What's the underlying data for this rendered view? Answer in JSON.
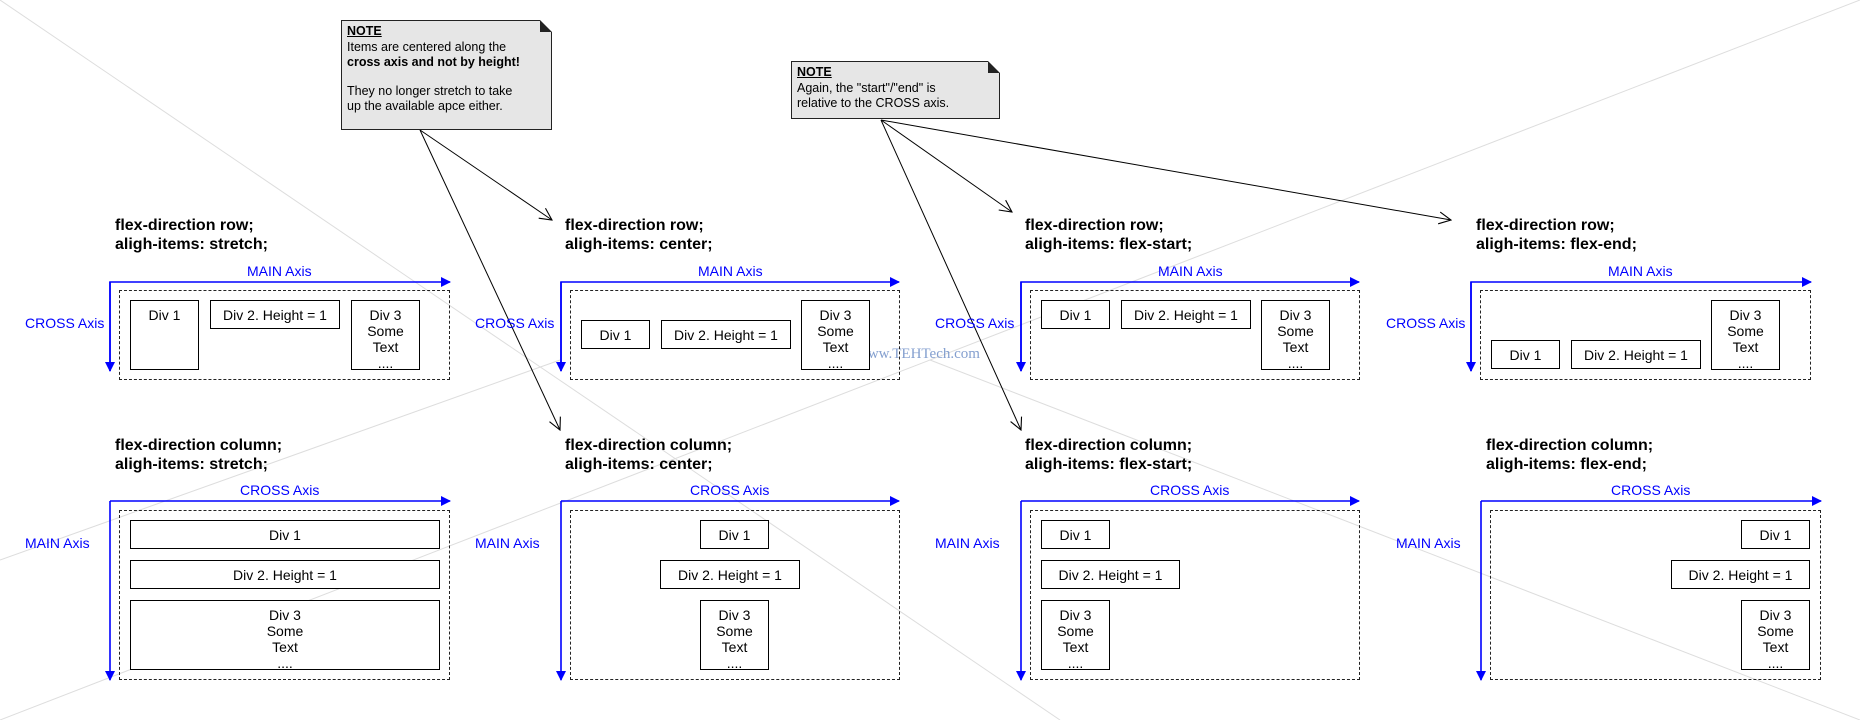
{
  "notes": {
    "note1": {
      "title": "NOTE",
      "line1": "Items are centered along the",
      "line2": "cross axis and not by height!",
      "line3": "They no longer stretch to take",
      "line4": "up the available apce either."
    },
    "note2": {
      "title": "NOTE",
      "line1": "Again, the \"start\"/\"end\" is",
      "line2": "relative to the CROSS axis."
    }
  },
  "watermark": "www.TEHTech.com",
  "colors": {
    "axis": "#0000ff",
    "note_fill": "#e6e6e6",
    "border": "#000000"
  },
  "panels": {
    "row_stretch": {
      "title": "flex-direction row;\naligh-items: stretch;",
      "main_label": "MAIN Axis",
      "cross_label": "CROSS Axis",
      "div1": "Div 1",
      "div2": "Div 2. Height = 1",
      "div3": "Div 3\nSome\nText\n...."
    },
    "row_center": {
      "title": "flex-direction row;\naligh-items: center;",
      "main_label": "MAIN Axis",
      "cross_label": "CROSS Axis",
      "div1": "Div 1",
      "div2": "Div 2. Height = 1",
      "div3": "Div 3\nSome\nText\n...."
    },
    "row_start": {
      "title": "flex-direction row;\naligh-items: flex-start;",
      "main_label": "MAIN Axis",
      "cross_label": "CROSS Axis",
      "div1": "Div 1",
      "div2": "Div 2. Height = 1",
      "div3": "Div 3\nSome\nText\n...."
    },
    "row_end": {
      "title": "flex-direction row;\naligh-items: flex-end;",
      "main_label": "MAIN Axis",
      "cross_label": "CROSS Axis",
      "div1": "Div 1",
      "div2": "Div 2. Height = 1",
      "div3": "Div 3\nSome\nText\n...."
    },
    "col_stretch": {
      "title": "flex-direction column;\naligh-items: stretch;",
      "main_label": "MAIN Axis",
      "cross_label": "CROSS Axis",
      "div1": "Div 1",
      "div2": "Div 2. Height = 1",
      "div3": "Div 3\nSome\nText\n...."
    },
    "col_center": {
      "title": "flex-direction column;\naligh-items: center;",
      "main_label": "MAIN Axis",
      "cross_label": "CROSS Axis",
      "div1": "Div 1",
      "div2": "Div 2. Height = 1",
      "div3": "Div 3\nSome\nText\n...."
    },
    "col_start": {
      "title": "flex-direction column;\naligh-items: flex-start;",
      "main_label": "MAIN Axis",
      "cross_label": "CROSS Axis",
      "div1": "Div 1",
      "div2": "Div 2. Height = 1",
      "div3": "Div 3\nSome\nText\n...."
    },
    "col_end": {
      "title": "flex-direction column;\naligh-items: flex-end;",
      "main_label": "MAIN Axis",
      "cross_label": "CROSS Axis",
      "div1": "Div 1",
      "div2": "Div 2. Height = 1",
      "div3": "Div 3\nSome\nText\n...."
    }
  }
}
